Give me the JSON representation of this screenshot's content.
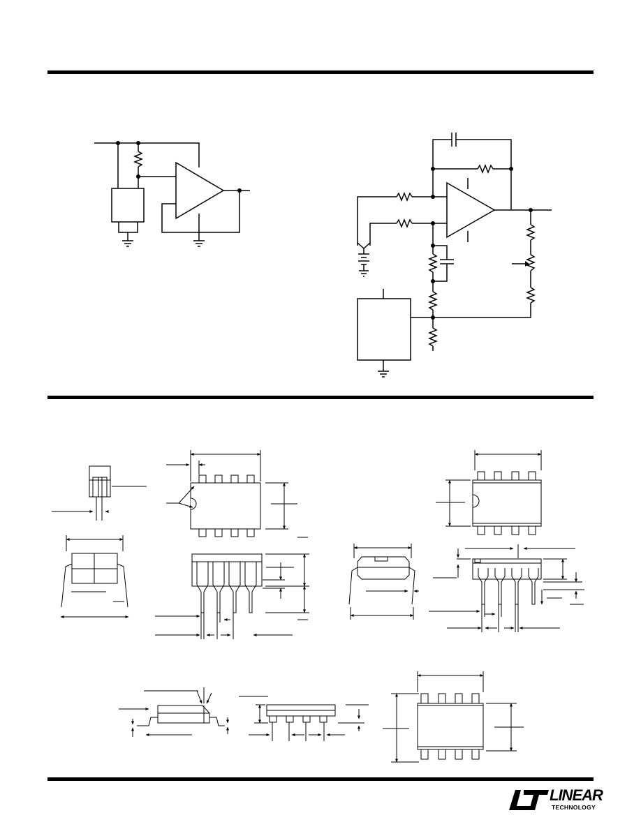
{
  "document": {
    "kind": "datasheet-page",
    "sections": [
      {
        "id": "typical-applications",
        "content": "two schematic drawings"
      },
      {
        "id": "package-description",
        "content": "dimensioned package outline drawings"
      }
    ]
  },
  "footer": {
    "logo": {
      "word": "LINEAR",
      "subword": "TECHNOLOGY",
      "color": "#000000"
    }
  },
  "colors": {
    "ink": "#000000",
    "paper": "#ffffff"
  }
}
